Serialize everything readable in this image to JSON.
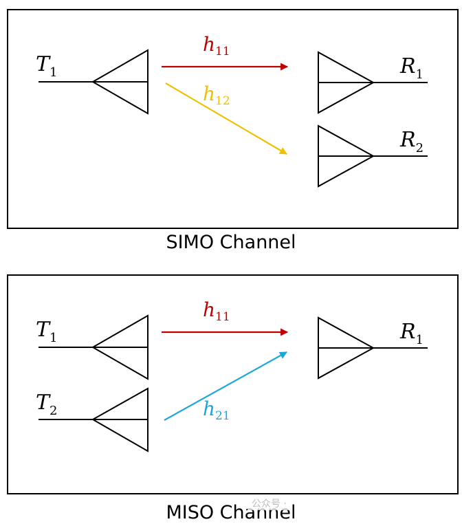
{
  "simo": {
    "caption": "SIMO Channel",
    "tx": [
      {
        "letter": "T",
        "index": "1"
      }
    ],
    "rx": [
      {
        "letter": "R",
        "index": "1"
      },
      {
        "letter": "R",
        "index": "2"
      }
    ],
    "channels": [
      {
        "letter": "h",
        "index": "11",
        "color": "#c00000"
      },
      {
        "letter": "h",
        "index": "12",
        "color": "#f0c000"
      }
    ]
  },
  "miso": {
    "caption": "MISO Channel",
    "tx": [
      {
        "letter": "T",
        "index": "1"
      },
      {
        "letter": "T",
        "index": "2"
      }
    ],
    "rx": [
      {
        "letter": "R",
        "index": "1"
      }
    ],
    "channels": [
      {
        "letter": "h",
        "index": "11",
        "color": "#c00000"
      },
      {
        "letter": "h",
        "index": "21",
        "color": "#1aa7dc"
      }
    ]
  },
  "watermark": "公众号 ·"
}
